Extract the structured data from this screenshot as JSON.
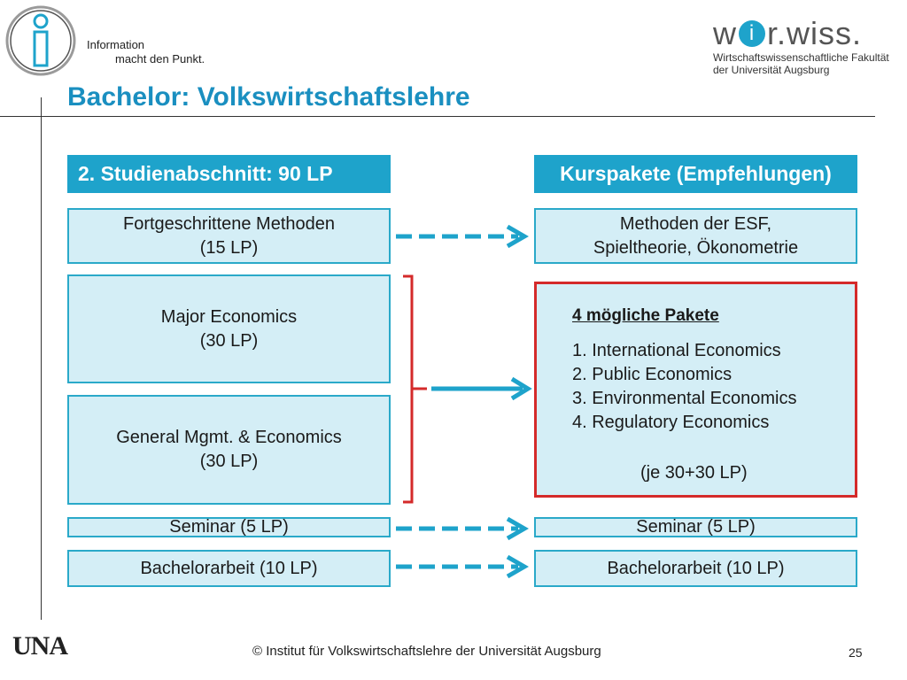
{
  "header": {
    "tagline_1": "Information",
    "tagline_2": "macht den Punkt.",
    "title": "Bachelor: Volkswirtschaftslehre",
    "brand": {
      "wordmark_start": "w",
      "wordmark_i": "i",
      "wordmark_end": "r.wiss.",
      "sub_1": "Wirtschaftswissenschaftliche Fakultät",
      "sub_2": "der Universität Augsburg"
    }
  },
  "left": {
    "header": "2. Studienabschnitt:  90 LP",
    "boxes": [
      {
        "line1": "Fortgeschrittene Methoden",
        "line2": "(15 LP)"
      },
      {
        "line1": "Major Economics",
        "line2": "(30 LP)"
      },
      {
        "line1": "General Mgmt. & Economics",
        "line2": "(30 LP)"
      },
      {
        "line1": "Seminar (5 LP)"
      },
      {
        "line1": "Bachelorarbeit (10 LP)"
      }
    ]
  },
  "right": {
    "header": "Kurspakete (Empfehlungen)",
    "methods": {
      "line1": "Methoden der ESF,",
      "line2": "Spieltheorie, Ökonometrie"
    },
    "packages": {
      "title": "4 mögliche Pakete",
      "items": [
        "1. International Economics",
        "2. Public Economics",
        "3. Environmental Economics",
        "4. Regulatory Economics"
      ],
      "note": "(je 30+30 LP)"
    },
    "seminar": "Seminar (5 LP)",
    "thesis": "Bachelorarbeit (10 LP)"
  },
  "footer": {
    "logo_text": "UNA",
    "copyright": "© Institut für Volkswirtschaftslehre der Universität Augsburg",
    "page_number": "25"
  },
  "colors": {
    "accent": "#1ea3cb",
    "box_fill": "#d4eef6",
    "box_border": "#2aa9c9",
    "title": "#1a8fc0",
    "highlight_border": "#d42a2a"
  },
  "icons": [
    "info-logo-icon",
    "dashed-arrow-icon",
    "solid-arrow-icon",
    "bracket-icon"
  ]
}
